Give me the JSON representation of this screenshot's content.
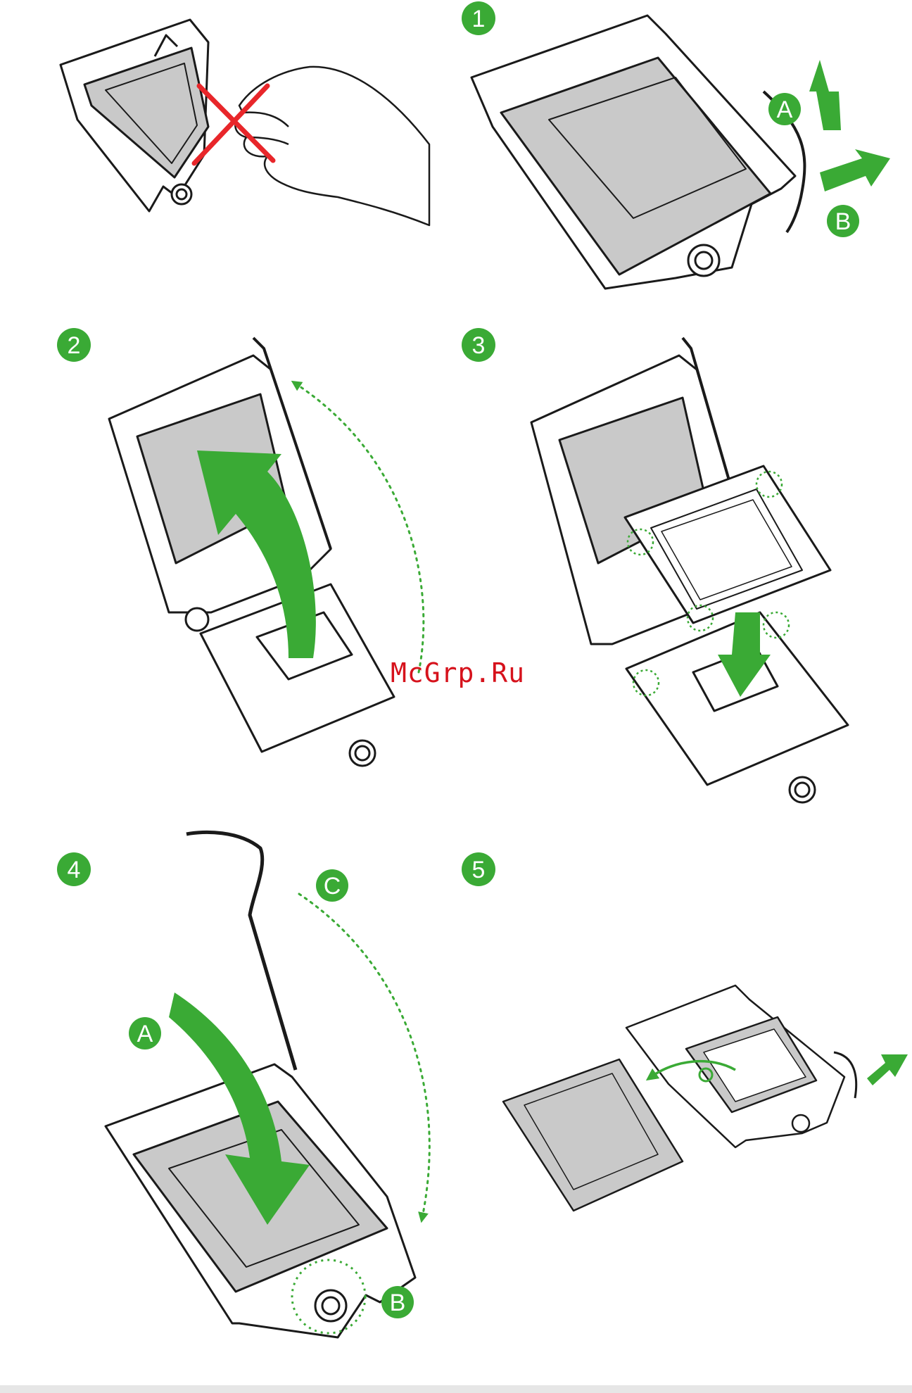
{
  "steps": [
    {
      "label": "1"
    },
    {
      "label": "2"
    },
    {
      "label": "3"
    },
    {
      "label": "4"
    },
    {
      "label": "5"
    }
  ],
  "callouts": {
    "step1_a": "A",
    "step1_b": "B",
    "step4_a": "A",
    "step4_b": "B",
    "step4_c": "C"
  },
  "watermark": "McGrp.Ru",
  "colors": {
    "accent_green": "#3aaa35",
    "warning_red": "#e8262a",
    "pad_gray": "#c9c9c9",
    "line": "#1a1a1a",
    "watermark": "#d6121c"
  }
}
